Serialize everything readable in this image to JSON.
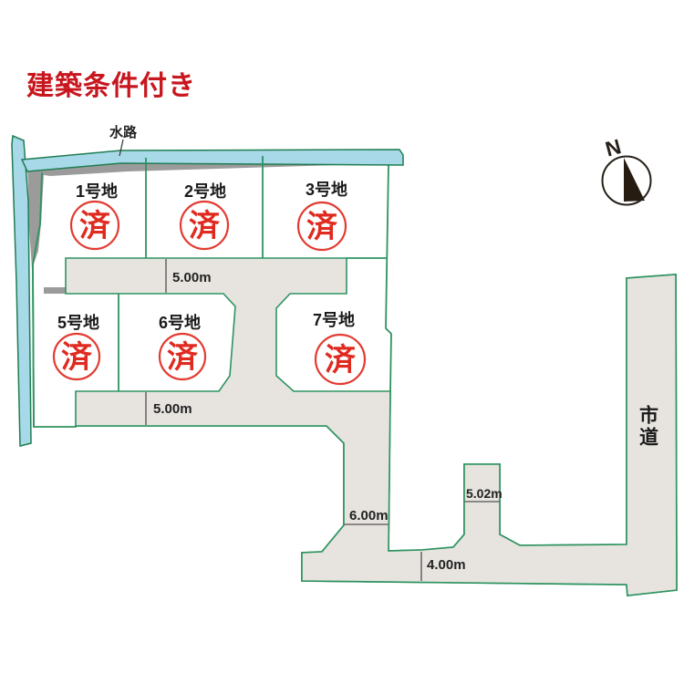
{
  "title": "建築条件付き",
  "waterway": {
    "label": "水路"
  },
  "north": {
    "label": "N"
  },
  "city_road": {
    "label": "市道"
  },
  "lots": [
    {
      "name": "1号地",
      "status": "済"
    },
    {
      "name": "2号地",
      "status": "済"
    },
    {
      "name": "3号地",
      "status": "済"
    },
    {
      "name": "5号地",
      "status": "済"
    },
    {
      "name": "6号地",
      "status": "済"
    },
    {
      "name": "7号地",
      "status": "済"
    }
  ],
  "measurements": {
    "upper_road_width": "5.00m",
    "middle_road_width": "5.00m",
    "south_access_width": "6.00m",
    "east_access_width": "5.02m",
    "bottom_road_width": "4.00m"
  },
  "colors": {
    "accent_red": "#c8161e",
    "stamp_red": "#e23b31",
    "boundary_green": "#2e9360",
    "road_fill": "#e7e4e0",
    "water_fill": "#a8d9e8",
    "water_stroke": "#1f7d52",
    "channel_gray": "#9b9b9b"
  }
}
